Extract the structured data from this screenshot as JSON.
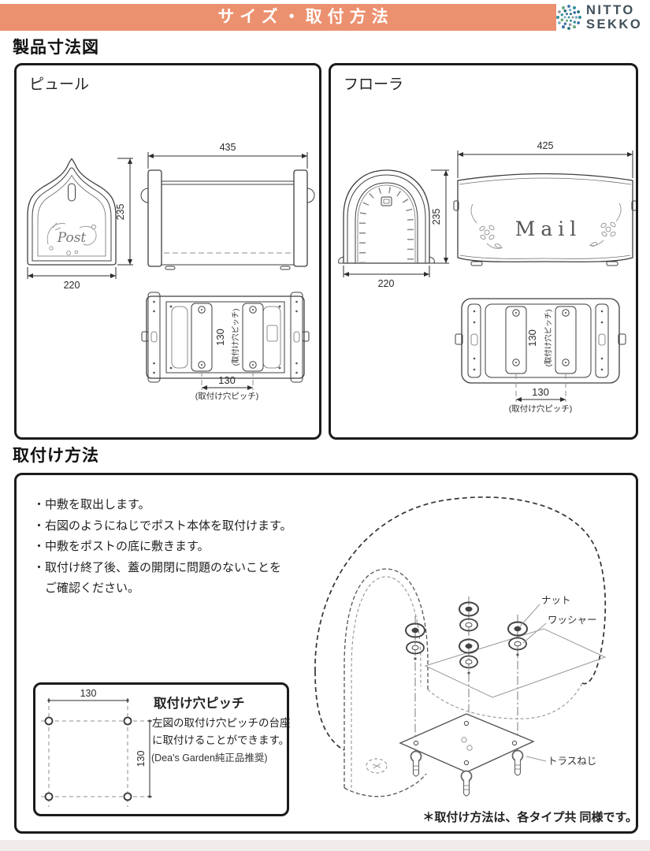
{
  "colors": {
    "accent": "#ec9170",
    "logo_text": "#41505a",
    "ink": "#1a1a1a"
  },
  "header": {
    "title": "サイズ・取付方法",
    "logo_line1": "NITTO",
    "logo_line2": "SEKKO"
  },
  "products": {
    "heading": "製品寸法図",
    "pure": {
      "title": "ピュール",
      "decor": "Post",
      "front_height": "235",
      "front_width": "220",
      "side_width": "435",
      "pitch_inner": "130",
      "pitch_inner_note": "(取付け穴ピッチ)",
      "pitch_bottom": "130",
      "pitch_bottom_note": "(取付け穴ピッチ)"
    },
    "flora": {
      "title": "フローラ",
      "decor": "Mail",
      "front_height": "235",
      "front_width": "220",
      "side_width": "425",
      "pitch_inner": "130",
      "pitch_inner_note": "(取付け穴ピッチ)",
      "pitch_bottom": "130",
      "pitch_bottom_note": "(取付け穴ピッチ)"
    }
  },
  "install": {
    "heading": "取付け方法",
    "steps": [
      "・中敷を取出します。",
      "・右図のようにねじでポスト本体を取付けます。",
      "・中敷をポストの底に敷きます。",
      "・取付け終了後、蓋の開閉に問題のないことを",
      "　ご確認ください。"
    ],
    "diagram": {
      "nut": "ナット",
      "washer": "ワッシャー",
      "screw": "トラスねじ"
    },
    "pitch_box": {
      "heading": "取付け穴ピッチ",
      "line1": "左図の取付け穴ピッチの台座",
      "line2": "に取付けることができます。",
      "note": "(Dea's Garden純正品推奨)",
      "dim_top": "130",
      "dim_side": "130"
    },
    "footnote": "＊取付け方法は、各タイプ共 同様です。"
  }
}
